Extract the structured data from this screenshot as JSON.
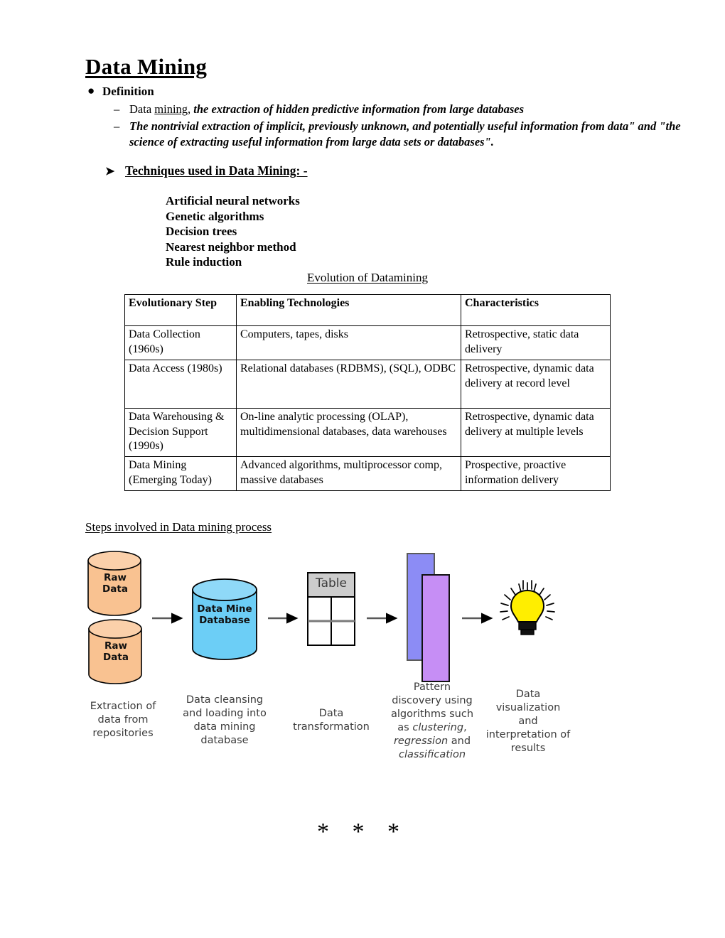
{
  "document": {
    "title": "Data Mining",
    "definition": {
      "heading": "Definition",
      "items": [
        {
          "lead_plain": "Data ",
          "lead_underlined": "mining",
          "lead_tail": ", ",
          "emphasis": "the extraction of hidden predictive information from large databases"
        },
        {
          "emphasis": "The nontrivial extraction of implicit, previously unknown, and potentially useful information from data\" and \"the science of extracting useful information from large data sets or databases\"."
        }
      ]
    },
    "techniques": {
      "heading": "Techniques used in Data Mining: -",
      "marker": "➤",
      "items": [
        "Artificial neural networks",
        "Genetic algorithms",
        "Decision trees",
        "Nearest neighbor method",
        "Rule induction"
      ]
    },
    "table": {
      "caption": "Evolution of Datamining",
      "columns": [
        "Evolutionary Step",
        "Enabling Technologies",
        "Characteristics"
      ],
      "rows": [
        {
          "step": "Data Collection (1960s)",
          "technologies": "Computers, tapes, disks",
          "characteristics": "Retrospective, static data delivery"
        },
        {
          "step": "Data Access (1980s)",
          "technologies": "Relational databases (RDBMS), (SQL), ODBC",
          "characteristics": "Retrospective, dynamic data delivery at record level"
        },
        {
          "step": "Data Warehousing & Decision Support (1990s)",
          "technologies": "On-line analytic processing (OLAP), multidimensional databases, data warehouses",
          "characteristics": "Retrospective, dynamic data delivery at multiple levels"
        },
        {
          "step": "Data Mining (Emerging Today)",
          "technologies": "Advanced algorithms, multiprocessor comp, massive databases",
          "characteristics": "Prospective, proactive information delivery"
        }
      ]
    },
    "process": {
      "heading": "Steps involved in Data mining process",
      "shapes": {
        "raw_data_1": "Raw\nData",
        "raw_data_2": "Raw\nData",
        "raw_data_line1": "Raw",
        "raw_data_line2": "Data",
        "database_line1": "Data Mine",
        "database_line2": "Database",
        "table_label": "Table"
      },
      "captions": [
        {
          "lines": [
            "Extraction of",
            "data from",
            "repositories"
          ]
        },
        {
          "lines": [
            "Data cleansing",
            "and loading into",
            "data mining",
            "database"
          ]
        },
        {
          "lines": [
            "Data",
            "transformation"
          ]
        },
        {
          "lines": [
            "Pattern",
            "discovery using",
            "algorithms such",
            "as clustering,",
            "regression and",
            "classification"
          ],
          "italic_terms": [
            "clustering",
            "regression",
            "classification"
          ]
        },
        {
          "lines": [
            "Data",
            "visualization",
            "and",
            "interpretation of",
            "results"
          ]
        }
      ],
      "colors": {
        "raw_data_fill": "#f9c291",
        "raw_data_top": "#fbd0aa",
        "database_fill": "#6cceF6",
        "database_top": "#8fd9f8",
        "table_header_fill": "#cccccc",
        "pattern_back_fill": "#8c8cf5",
        "pattern_front_fill": "#c68ef5",
        "bulb_fill": "#ffee00",
        "arrow_color": "#595959"
      }
    },
    "footer": {
      "asterisks": "* * *"
    }
  }
}
